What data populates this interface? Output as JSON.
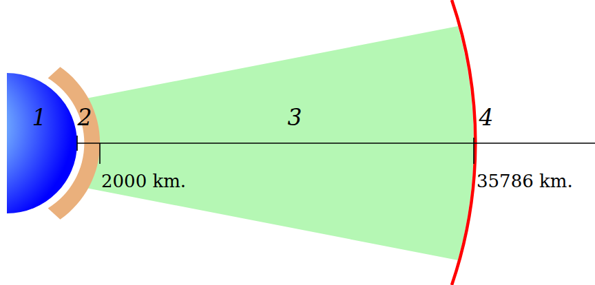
{
  "diagram": {
    "labels": [
      "1",
      "2",
      "3",
      "4",
      "2000 km.",
      "35786 km."
    ]
  }
}
